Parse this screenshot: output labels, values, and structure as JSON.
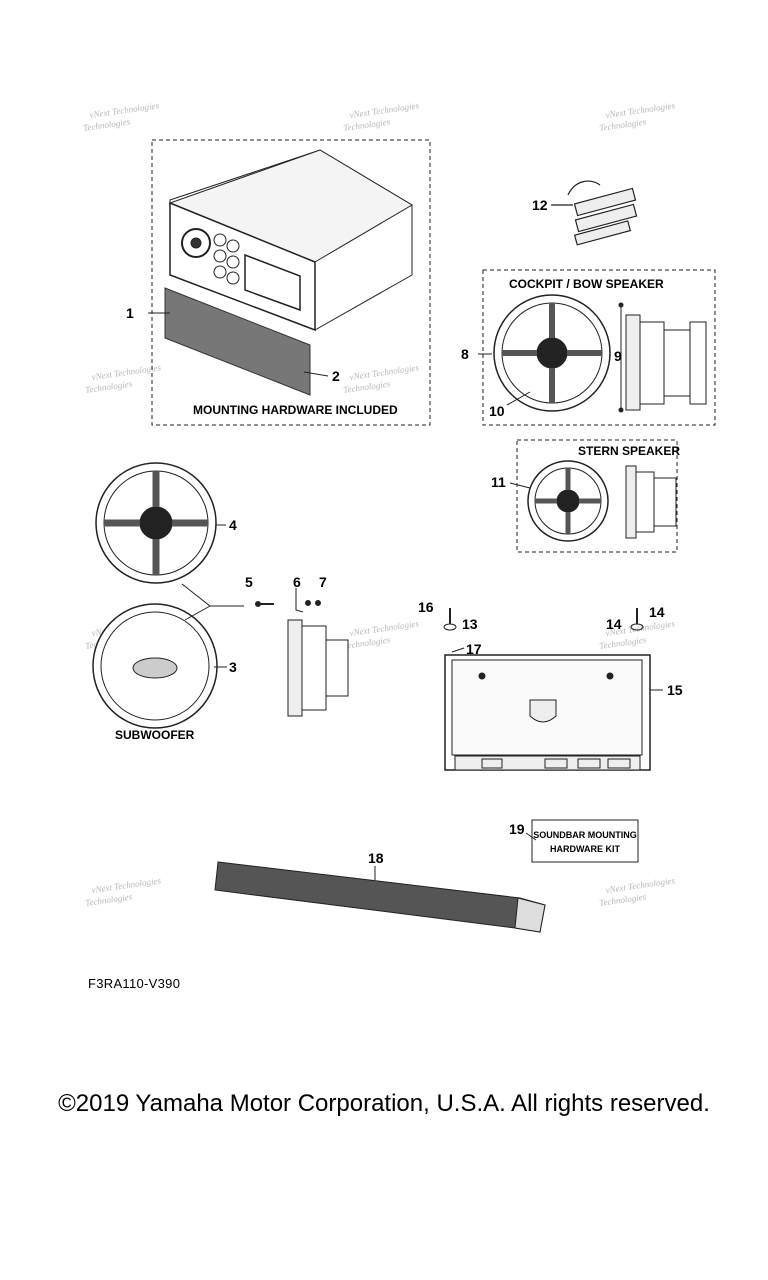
{
  "labels": {
    "mounting_hardware": "MOUNTING HARDWARE INCLUDED",
    "cockpit_bow": "COCKPIT / BOW SPEAKER",
    "stern": "STERN SPEAKER",
    "subwoofer": "SUBWOOFER",
    "soundbar_kit_line1": "SOUNDBAR MOUNTING",
    "soundbar_kit_line2": "HARDWARE KIT"
  },
  "callouts": [
    "1",
    "2",
    "3",
    "4",
    "5",
    "6",
    "7",
    "8",
    "9",
    "10",
    "11",
    "12",
    "13",
    "14",
    "14",
    "15",
    "16",
    "17",
    "18",
    "19"
  ],
  "watermark_line1": "vNext Technologies",
  "watermark_line2": "Technologies",
  "diagram_code": "F3RA110-V390",
  "copyright": "©2019 Yamaha Motor Corporation, U.S.A. All rights reserved."
}
